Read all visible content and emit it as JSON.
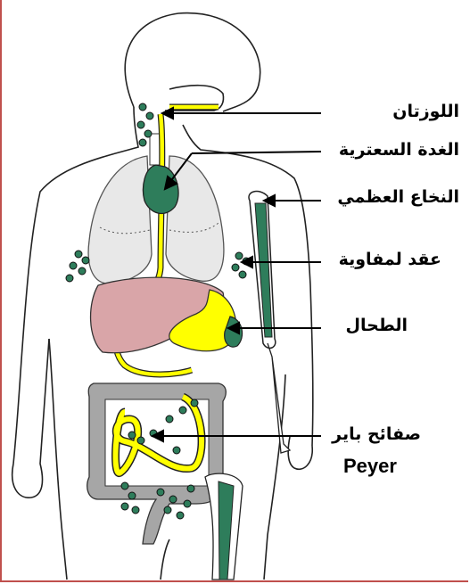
{
  "labels": {
    "tonsils": "اللوزتان",
    "thymus": "الغدة السعترية",
    "bone_marrow": "النخاع العظمي",
    "lymph_nodes": "عقد لمفاوية",
    "spleen": "الطحال",
    "peyer_ar": "صفائح باير",
    "peyer_en": "Peyer"
  },
  "colors": {
    "lymph_green": "#2e7d5b",
    "vessel_yellow": "#ffff00",
    "liver_pink": "#d9a5a8",
    "lung_gray": "#e6e6e6",
    "intestine_gray": "#a6a6a6",
    "frame_red": "#c0504d"
  }
}
